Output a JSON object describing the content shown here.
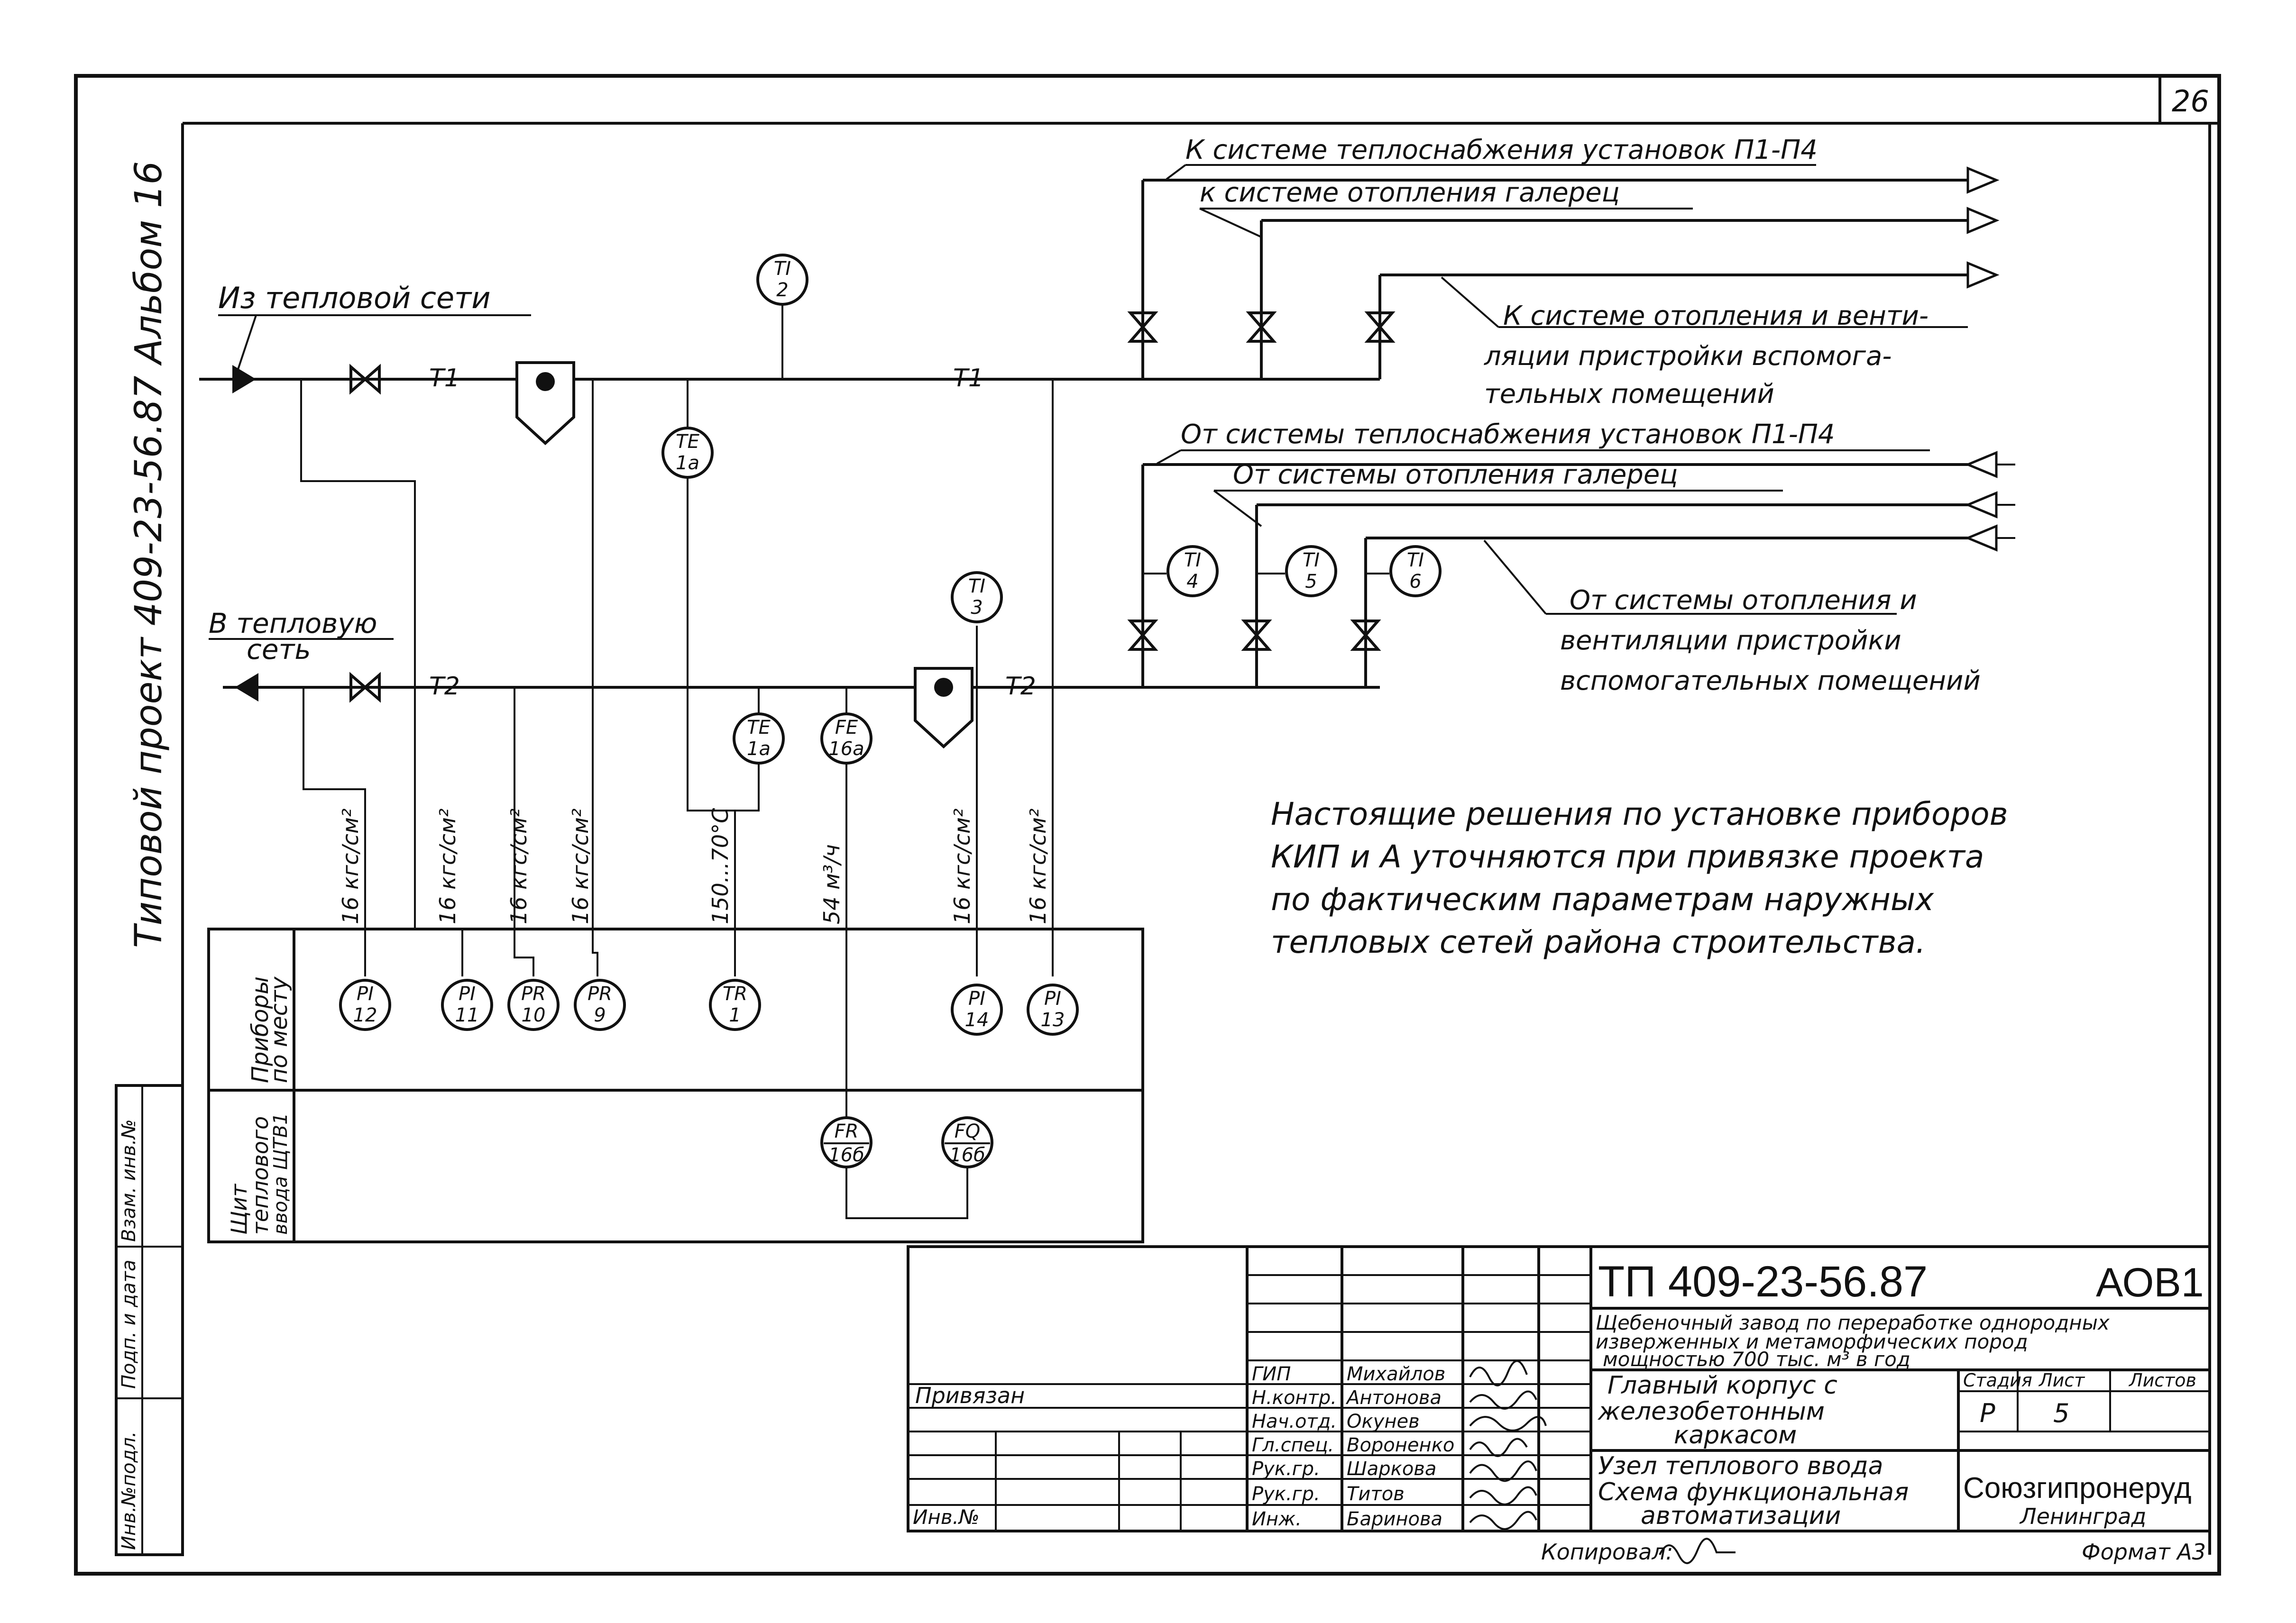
{
  "sheet": {
    "page_number": "26",
    "left_margin_title": "Типовой проект 409-23-56.87 Альбом 16",
    "stamp_fields": [
      "Инв.№подл.",
      "Подп. и дата",
      "Взам. инв.№"
    ]
  },
  "pipes": {
    "supply_source": "Из тепловой сети",
    "return_target_line1": "В тепловую",
    "return_target_line2": "сеть",
    "supply_label": "Т1",
    "return_label": "Т2"
  },
  "destinations": {
    "out1": "К системе теплоснабжения установок П1-П4",
    "out2": "к системе отопления галерец",
    "out3_line1": "К системе отопления и венти-",
    "out3_line2": "ляции пристройки вспомога-",
    "out3_line3": "тельных помещений",
    "in1": "От системы теплоснабжения установок П1-П4",
    "in2": "От системы отопления галерец",
    "in3_line1": "От системы отопления и",
    "in3_line2": "вентиляции пристройки",
    "in3_line3": "вспомогательных помещений"
  },
  "instruments": {
    "ti2": {
      "tag": "TI",
      "num": "2"
    },
    "te1a_top": {
      "tag": "TE",
      "num": "1а"
    },
    "ti3": {
      "tag": "TI",
      "num": "3"
    },
    "ti4": {
      "tag": "TI",
      "num": "4"
    },
    "ti5": {
      "tag": "TI",
      "num": "5"
    },
    "ti6": {
      "tag": "TI",
      "num": "6"
    },
    "te1a_bot": {
      "tag": "TE",
      "num": "1а"
    },
    "fe16a": {
      "tag": "FE",
      "num": "16а"
    },
    "pi12": {
      "tag": "PI",
      "num": "12"
    },
    "pi11": {
      "tag": "PI",
      "num": "11"
    },
    "pr10": {
      "tag": "PR",
      "num": "10"
    },
    "pr9": {
      "tag": "PR",
      "num": "9"
    },
    "tr1": {
      "tag": "TR",
      "num": "1"
    },
    "pi14": {
      "tag": "PI",
      "num": "14"
    },
    "pi13": {
      "tag": "PI",
      "num": "13"
    },
    "fr16b": {
      "tag": "FR",
      "num": "16б"
    },
    "fq16b": {
      "tag": "FQ",
      "num": "16б"
    }
  },
  "ranges": {
    "r1": "16 кгс/см²",
    "r2": "16 кгс/см²",
    "r3": "16 кгс/см²",
    "r4": "16 кгс/см²",
    "r5": "150...70°С",
    "r6": "54 м³/ч",
    "r7": "16 кгс/см²",
    "r8": "16 кгс/см²"
  },
  "panels": {
    "local_line1": "Приборы",
    "local_line2": "по месту",
    "board_line1": "Щит",
    "board_line2": "теплового",
    "board_line3": "ввода ЩТВ1"
  },
  "note": {
    "line1": "Настоящие решения по установке приборов",
    "line2": "КИП и А уточняются при привязке проекта",
    "line3": "по фактическим параметрам наружных",
    "line4": "тепловых сетей района строительства."
  },
  "title_block": {
    "designation": "ТП 409-23-56.87",
    "sheet_code": "АОВ1",
    "project_line1": "Щебеночный завод по переработке однородных",
    "project_line2": "изверженных и метаморфических пород",
    "project_line3": "мощностью 700 тыс. м³ в год",
    "building_line1": "Главный корпус с",
    "building_line2": "железобетонным",
    "building_line3": "каркасом",
    "drawing_line1": "Узел теплового ввода",
    "drawing_line2": "Схема функциональная",
    "drawing_line3": "автоматизации",
    "stage_hdr": "Стадия",
    "sheet_hdr": "Лист",
    "sheets_hdr": "Листов",
    "stage": "Р",
    "sheet": "5",
    "org_name": "Союзгипронеруд",
    "org_city": "Ленинград",
    "bound": "Привязан",
    "inv_no": "Инв.№",
    "copied": "Копировал:",
    "format": "Формат А3",
    "roles": [
      "ГИП",
      "Н.контр.",
      "Нач.отд.",
      "Гл.спец.",
      "Рук.гр.",
      "Рук.гр.",
      "Инж."
    ],
    "names": [
      "Михайлов",
      "Антонова",
      "Окунев",
      "Вороненко",
      "Шаркова",
      "Титов",
      "Баринова"
    ]
  }
}
